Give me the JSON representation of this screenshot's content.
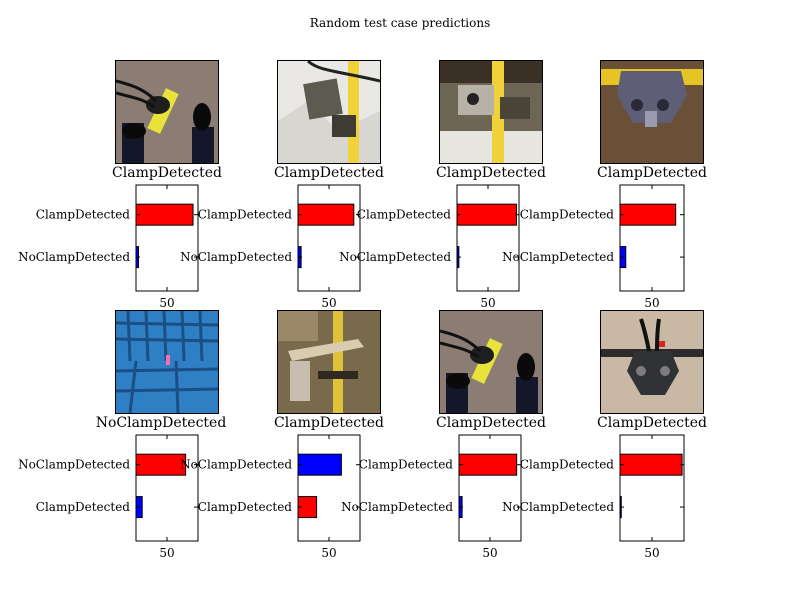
{
  "figure": {
    "title": "Random test case predictions"
  },
  "chart_data": [
    {
      "type": "bar",
      "orientation": "horizontal",
      "image": "Clamp on yellow bar, legs with black shoes",
      "prediction": "ClampDetected",
      "categories": [
        "ClampDetected",
        "NoClampDetected"
      ],
      "values": [
        92,
        4
      ],
      "bar_colors": [
        "#ff0000",
        "#0000ff"
      ],
      "xlim": [
        0,
        100
      ],
      "xticks": [
        50
      ]
    },
    {
      "type": "bar",
      "orientation": "horizontal",
      "image": "Clamp on yellow pipe over white sheet",
      "prediction": "ClampDetected",
      "categories": [
        "ClampDetected",
        "NoClampDetected"
      ],
      "values": [
        90,
        5
      ],
      "bar_colors": [
        "#ff0000",
        "#0000ff"
      ],
      "xlim": [
        0,
        100
      ],
      "xticks": [
        50
      ]
    },
    {
      "type": "bar",
      "orientation": "horizontal",
      "image": "Clamp on yellow pipe, close-up",
      "prediction": "ClampDetected",
      "categories": [
        "ClampDetected",
        "NoClampDetected"
      ],
      "values": [
        96,
        3
      ],
      "bar_colors": [
        "#ff0000",
        "#0000ff"
      ],
      "xlim": [
        0,
        100
      ],
      "xticks": [
        50
      ]
    },
    {
      "type": "bar",
      "orientation": "horizontal",
      "image": "Gray clamp on yellow bar over dirt",
      "prediction": "ClampDetected",
      "categories": [
        "ClampDetected",
        "NoClampDetected"
      ],
      "values": [
        87,
        9
      ],
      "bar_colors": [
        "#ff0000",
        "#0000ff"
      ],
      "xlim": [
        0,
        100
      ],
      "xticks": [
        50
      ]
    },
    {
      "type": "bar",
      "orientation": "horizontal",
      "image": "Blue plastic crates",
      "prediction": "NoClampDetected",
      "categories": [
        "NoClampDetected",
        "ClampDetected"
      ],
      "values": [
        80,
        10
      ],
      "bar_colors": [
        "#ff0000",
        "#0000ff"
      ],
      "xlim": [
        0,
        100
      ],
      "xticks": [
        50
      ]
    },
    {
      "type": "bar",
      "orientation": "horizontal",
      "image": "Wooden structure outdoors",
      "prediction": "ClampDetected",
      "categories": [
        "NoClampDetected",
        "ClampDetected"
      ],
      "values": [
        70,
        30
      ],
      "bar_colors": [
        "#0000ff",
        "#ff0000"
      ],
      "xlim": [
        0,
        100
      ],
      "xticks": [
        50
      ]
    },
    {
      "type": "bar",
      "orientation": "horizontal",
      "image": "Clamp on yellow bar, legs with black shoes",
      "prediction": "ClampDetected",
      "categories": [
        "ClampDetected",
        "NoClampDetected"
      ],
      "values": [
        93,
        5
      ],
      "bar_colors": [
        "#ff0000",
        "#0000ff"
      ],
      "xlim": [
        0,
        100
      ],
      "xticks": [
        50
      ]
    },
    {
      "type": "bar",
      "orientation": "horizontal",
      "image": "Black clamp on beige background",
      "prediction": "ClampDetected",
      "categories": [
        "ClampDetected",
        "NoClampDetected"
      ],
      "values": [
        97,
        2
      ],
      "bar_colors": [
        "#ff0000",
        "#0000ff"
      ],
      "xlim": [
        0,
        100
      ],
      "xticks": [
        50
      ]
    }
  ]
}
